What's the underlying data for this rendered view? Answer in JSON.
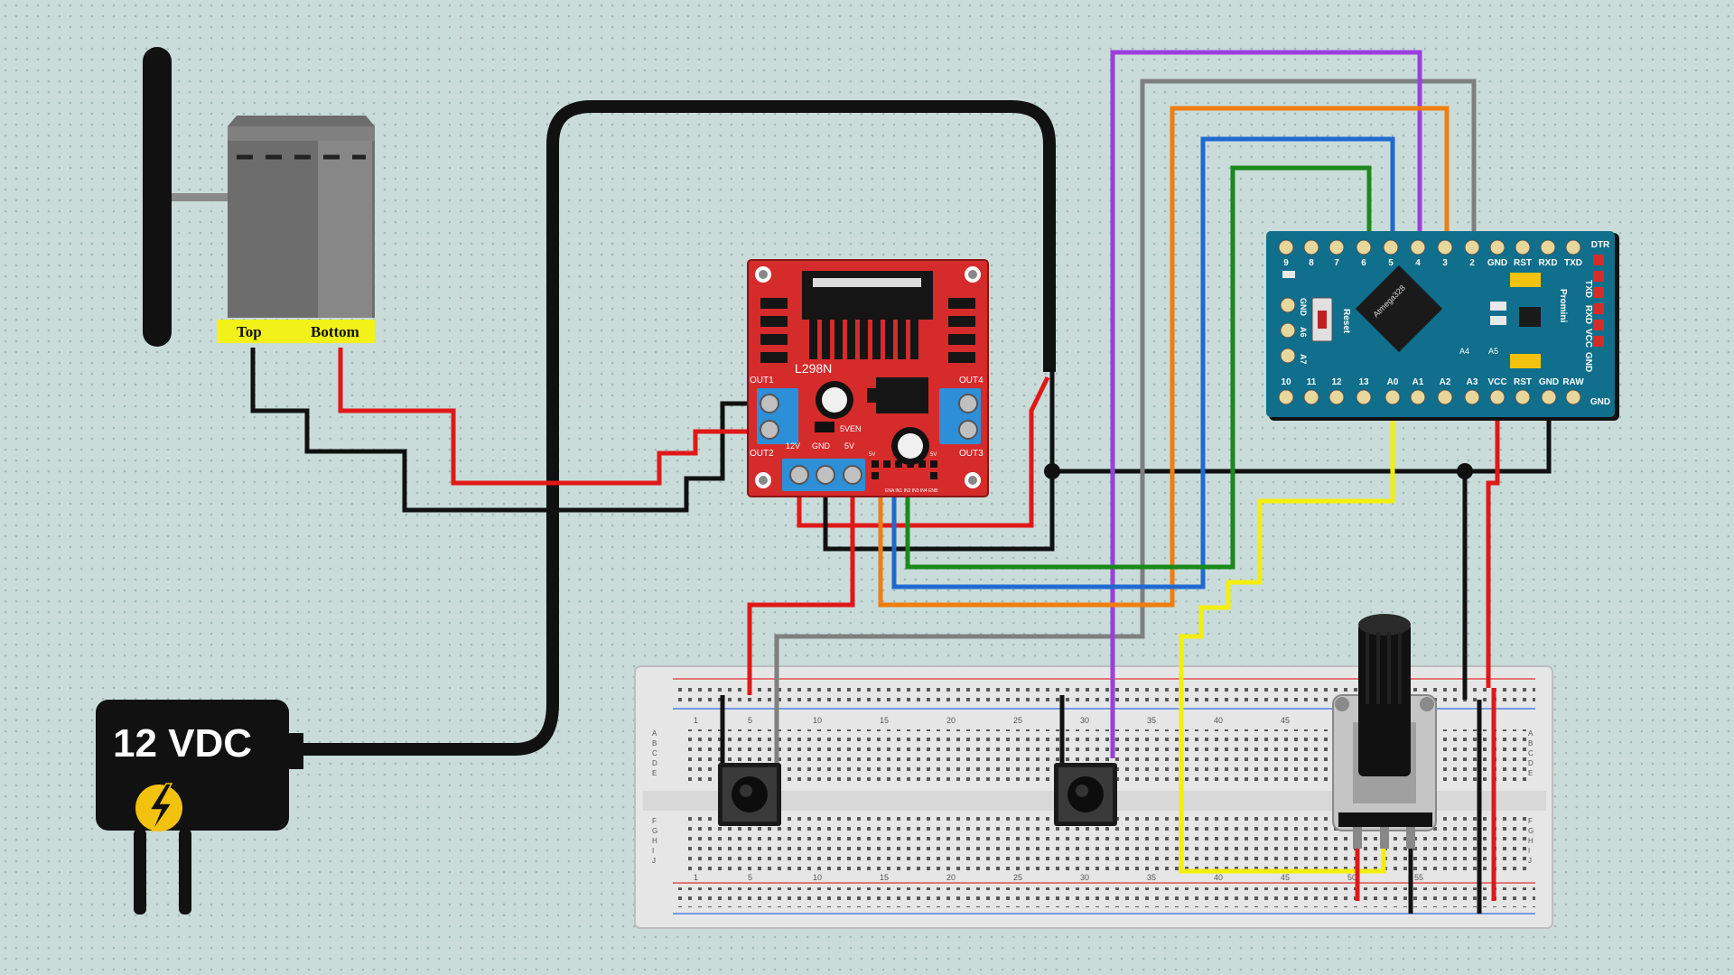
{
  "power_supply": {
    "label": "12 VDC"
  },
  "motor": {
    "terminal_top": "Top",
    "terminal_bottom": "Bottom"
  },
  "driver": {
    "chip": "L298N",
    "out1": "OUT1",
    "out2": "OUT2",
    "out3": "OUT3",
    "out4": "OUT4",
    "v12": "12V",
    "gnd": "GND",
    "v5": "5V",
    "v5en": "5VEN",
    "en_a": "5V",
    "en_b": "5V",
    "inputs": "ENA IN1 IN2 IN3 IN4 ENB"
  },
  "arduino": {
    "chip": "Atmega328",
    "reset": "Reset",
    "top_pins": [
      "9",
      "8",
      "7",
      "6",
      "5",
      "4",
      "3",
      "2",
      "GND",
      "RST",
      "RXD",
      "TXD"
    ],
    "dtr": "DTR",
    "bottom_pins": [
      "10",
      "11",
      "12",
      "13",
      "A0",
      "A1",
      "A2",
      "A3",
      "VCC",
      "RST",
      "GND",
      "RAW"
    ],
    "gnd_right": "GND",
    "right_labels": [
      "TXD",
      "RXD",
      "VCC",
      "GND"
    ],
    "promini": "Promini",
    "left_labels": [
      "GND",
      "A6",
      "A7"
    ],
    "a4": "A4",
    "a5": "A5"
  },
  "breadboard": {
    "columns": [
      "1",
      "5",
      "10",
      "15",
      "20",
      "25",
      "30",
      "35",
      "40",
      "45",
      "50",
      "55"
    ],
    "rows_top": [
      "A",
      "B",
      "C",
      "D",
      "E"
    ],
    "rows_bottom": [
      "F",
      "G",
      "H",
      "I",
      "J"
    ]
  },
  "colors": {
    "background": "#c9dcda",
    "wire_red": "#e01818",
    "wire_black": "#111111",
    "wire_purple": "#9b3ee0",
    "wire_gray": "#7f7f7f",
    "wire_orange": "#f07d10",
    "wire_blue": "#1f6ad0",
    "wire_green": "#1a8a1a",
    "wire_yellow": "#f2ee10",
    "driver_board": "#d62b2b",
    "arduino_board": "#0f6f8c",
    "terminal_label_bg": "#f2f21a"
  }
}
